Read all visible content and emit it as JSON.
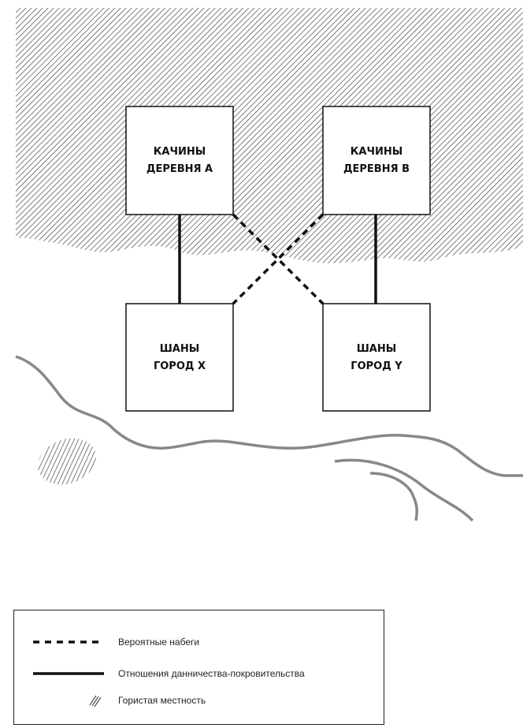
{
  "nodes": [
    {
      "id": "A",
      "line1": "КАЧИНЫ",
      "line2": "ДЕРЕВНЯ А"
    },
    {
      "id": "B",
      "line1": "КАЧИНЫ",
      "line2": "ДЕРЕВНЯ В"
    },
    {
      "id": "X",
      "line1": "ШАНЫ",
      "line2": "ГОРОД Х"
    },
    {
      "id": "Y",
      "line1": "ШАНЫ",
      "line2": "ГОРОД Y"
    }
  ],
  "legend": {
    "raids": "Вероятные набеги",
    "tribute": "Отношения данничества-покровительства",
    "mountains": "Гористая местность"
  },
  "colors": {
    "ink": "#111111",
    "river": "#888888",
    "hatch": "#444444",
    "background": "#ffffff"
  }
}
